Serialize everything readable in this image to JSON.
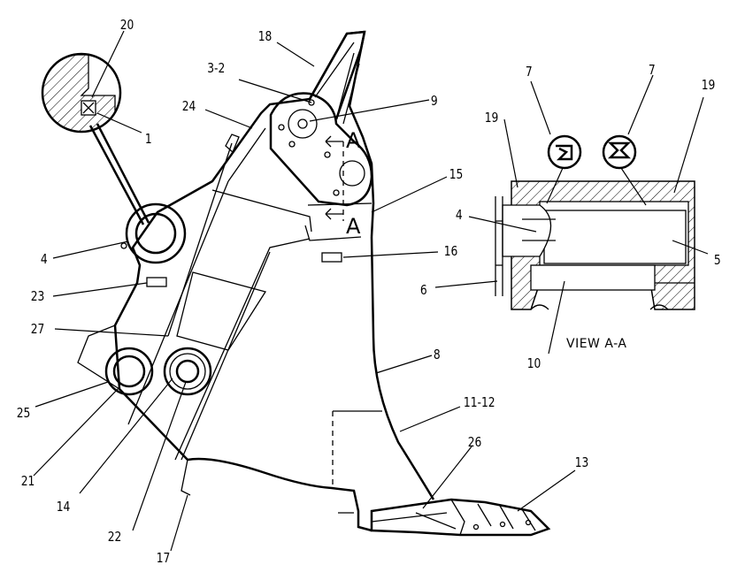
{
  "diagram": {
    "labels": [
      {
        "key": "l20",
        "text": "20"
      },
      {
        "key": "l18",
        "text": "18"
      },
      {
        "key": "l3_2",
        "text": "3-2"
      },
      {
        "key": "l24",
        "text": "24"
      },
      {
        "key": "l9",
        "text": "9"
      },
      {
        "key": "l1",
        "text": "1"
      },
      {
        "key": "l15",
        "text": "15"
      },
      {
        "key": "l4a",
        "text": "4"
      },
      {
        "key": "l16",
        "text": "16"
      },
      {
        "key": "l23",
        "text": "23"
      },
      {
        "key": "l27",
        "text": "27"
      },
      {
        "key": "l8",
        "text": "8"
      },
      {
        "key": "l25",
        "text": "25"
      },
      {
        "key": "l11_12",
        "text": "11-12"
      },
      {
        "key": "l21",
        "text": "21"
      },
      {
        "key": "l26",
        "text": "26"
      },
      {
        "key": "l13",
        "text": "13"
      },
      {
        "key": "l14",
        "text": "14"
      },
      {
        "key": "l22",
        "text": "22"
      },
      {
        "key": "l17",
        "text": "17"
      },
      {
        "key": "l7a",
        "text": "7"
      },
      {
        "key": "l7b",
        "text": "7"
      },
      {
        "key": "l19a",
        "text": "19"
      },
      {
        "key": "l19b",
        "text": "19"
      },
      {
        "key": "l4b",
        "text": "4"
      },
      {
        "key": "l5",
        "text": "5"
      },
      {
        "key": "l6",
        "text": "6"
      },
      {
        "key": "l10",
        "text": "10"
      }
    ],
    "section_marks": {
      "top": "A",
      "bottom": "A"
    },
    "view_caption": "VIEW A-A"
  }
}
